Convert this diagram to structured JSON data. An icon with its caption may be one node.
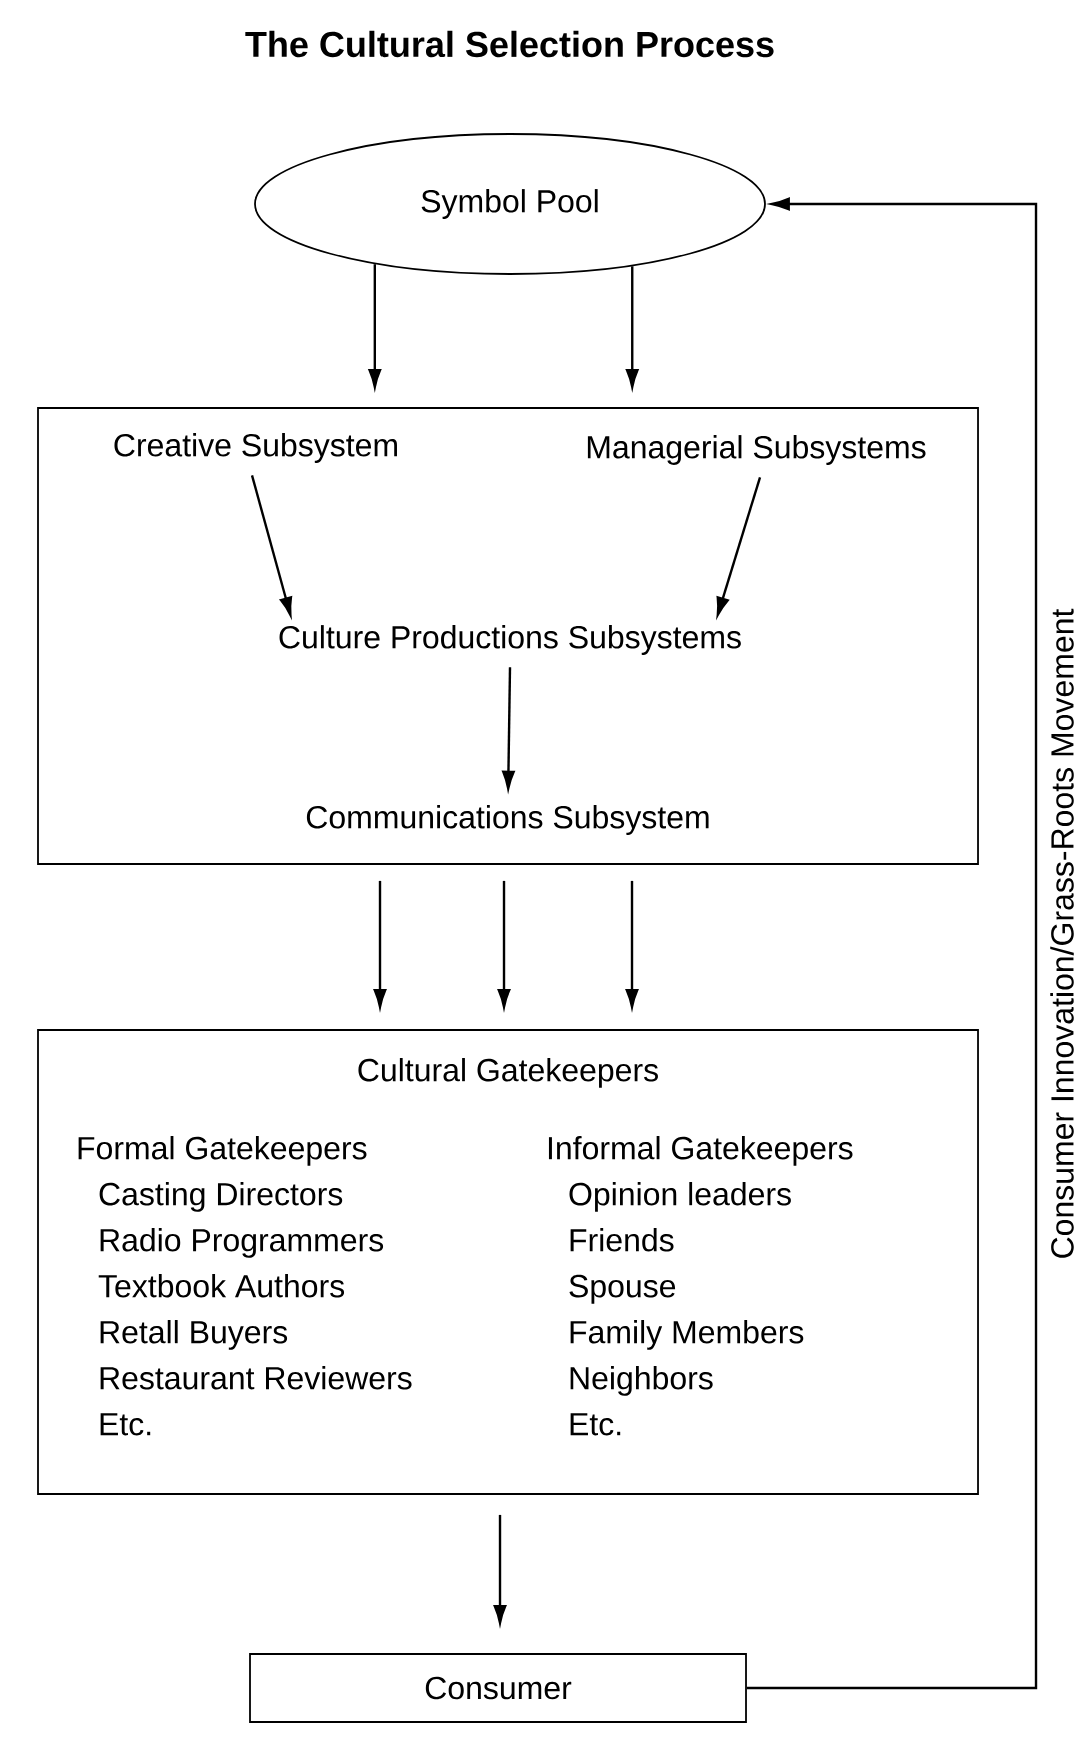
{
  "diagram": {
    "title": "The Cultural Selection Process",
    "nodes": [
      {
        "text": [
          "Symbol Pool"
        ]
      },
      {
        "text": [],
        "shape": "box"
      },
      {
        "text": [
          "Creative Subsystem"
        ],
        "in": 1
      },
      {
        "text": [
          "Managerial Subsystems"
        ],
        "in": 1
      },
      {
        "text": [
          "Culture Productions Subsystems"
        ],
        "in": 1
      },
      {
        "text": [
          "Communications Subsystem"
        ],
        "in": 1
      },
      {
        "text": [
          "Cultural Gatekeepers",
          "Formal Gatekeepers",
          "Casting Directors",
          "Radio Programmers",
          "Textbook Authors",
          "Retall Buyers",
          "Restaurant Reviewers",
          "Etc.",
          "Informal Gatekeepers",
          "Opinion leaders",
          "Friends",
          "Spouse",
          "Family Members",
          "Neighbors",
          "Etc."
        ]
      },
      {
        "text": [
          "Consumer"
        ]
      }
    ],
    "edges": [
      {
        "from": 0,
        "to": 1,
        "arrow": "to"
      },
      {
        "from": 0,
        "to": 1,
        "arrow": "to"
      },
      {
        "from": 2,
        "to": 4,
        "arrow": "to"
      },
      {
        "from": 3,
        "to": 4,
        "arrow": "to"
      },
      {
        "from": 4,
        "to": 5,
        "arrow": "to"
      },
      {
        "from": 1,
        "to": 6,
        "arrow": "to"
      },
      {
        "from": 1,
        "to": 6,
        "arrow": "to"
      },
      {
        "from": 1,
        "to": 6,
        "arrow": "to"
      },
      {
        "from": 6,
        "to": 7,
        "arrow": "to"
      },
      {
        "from": 7,
        "to": 0,
        "arrow": "to",
        "label": "Consumer Innovation/Grass-Roots Movement"
      }
    ]
  }
}
